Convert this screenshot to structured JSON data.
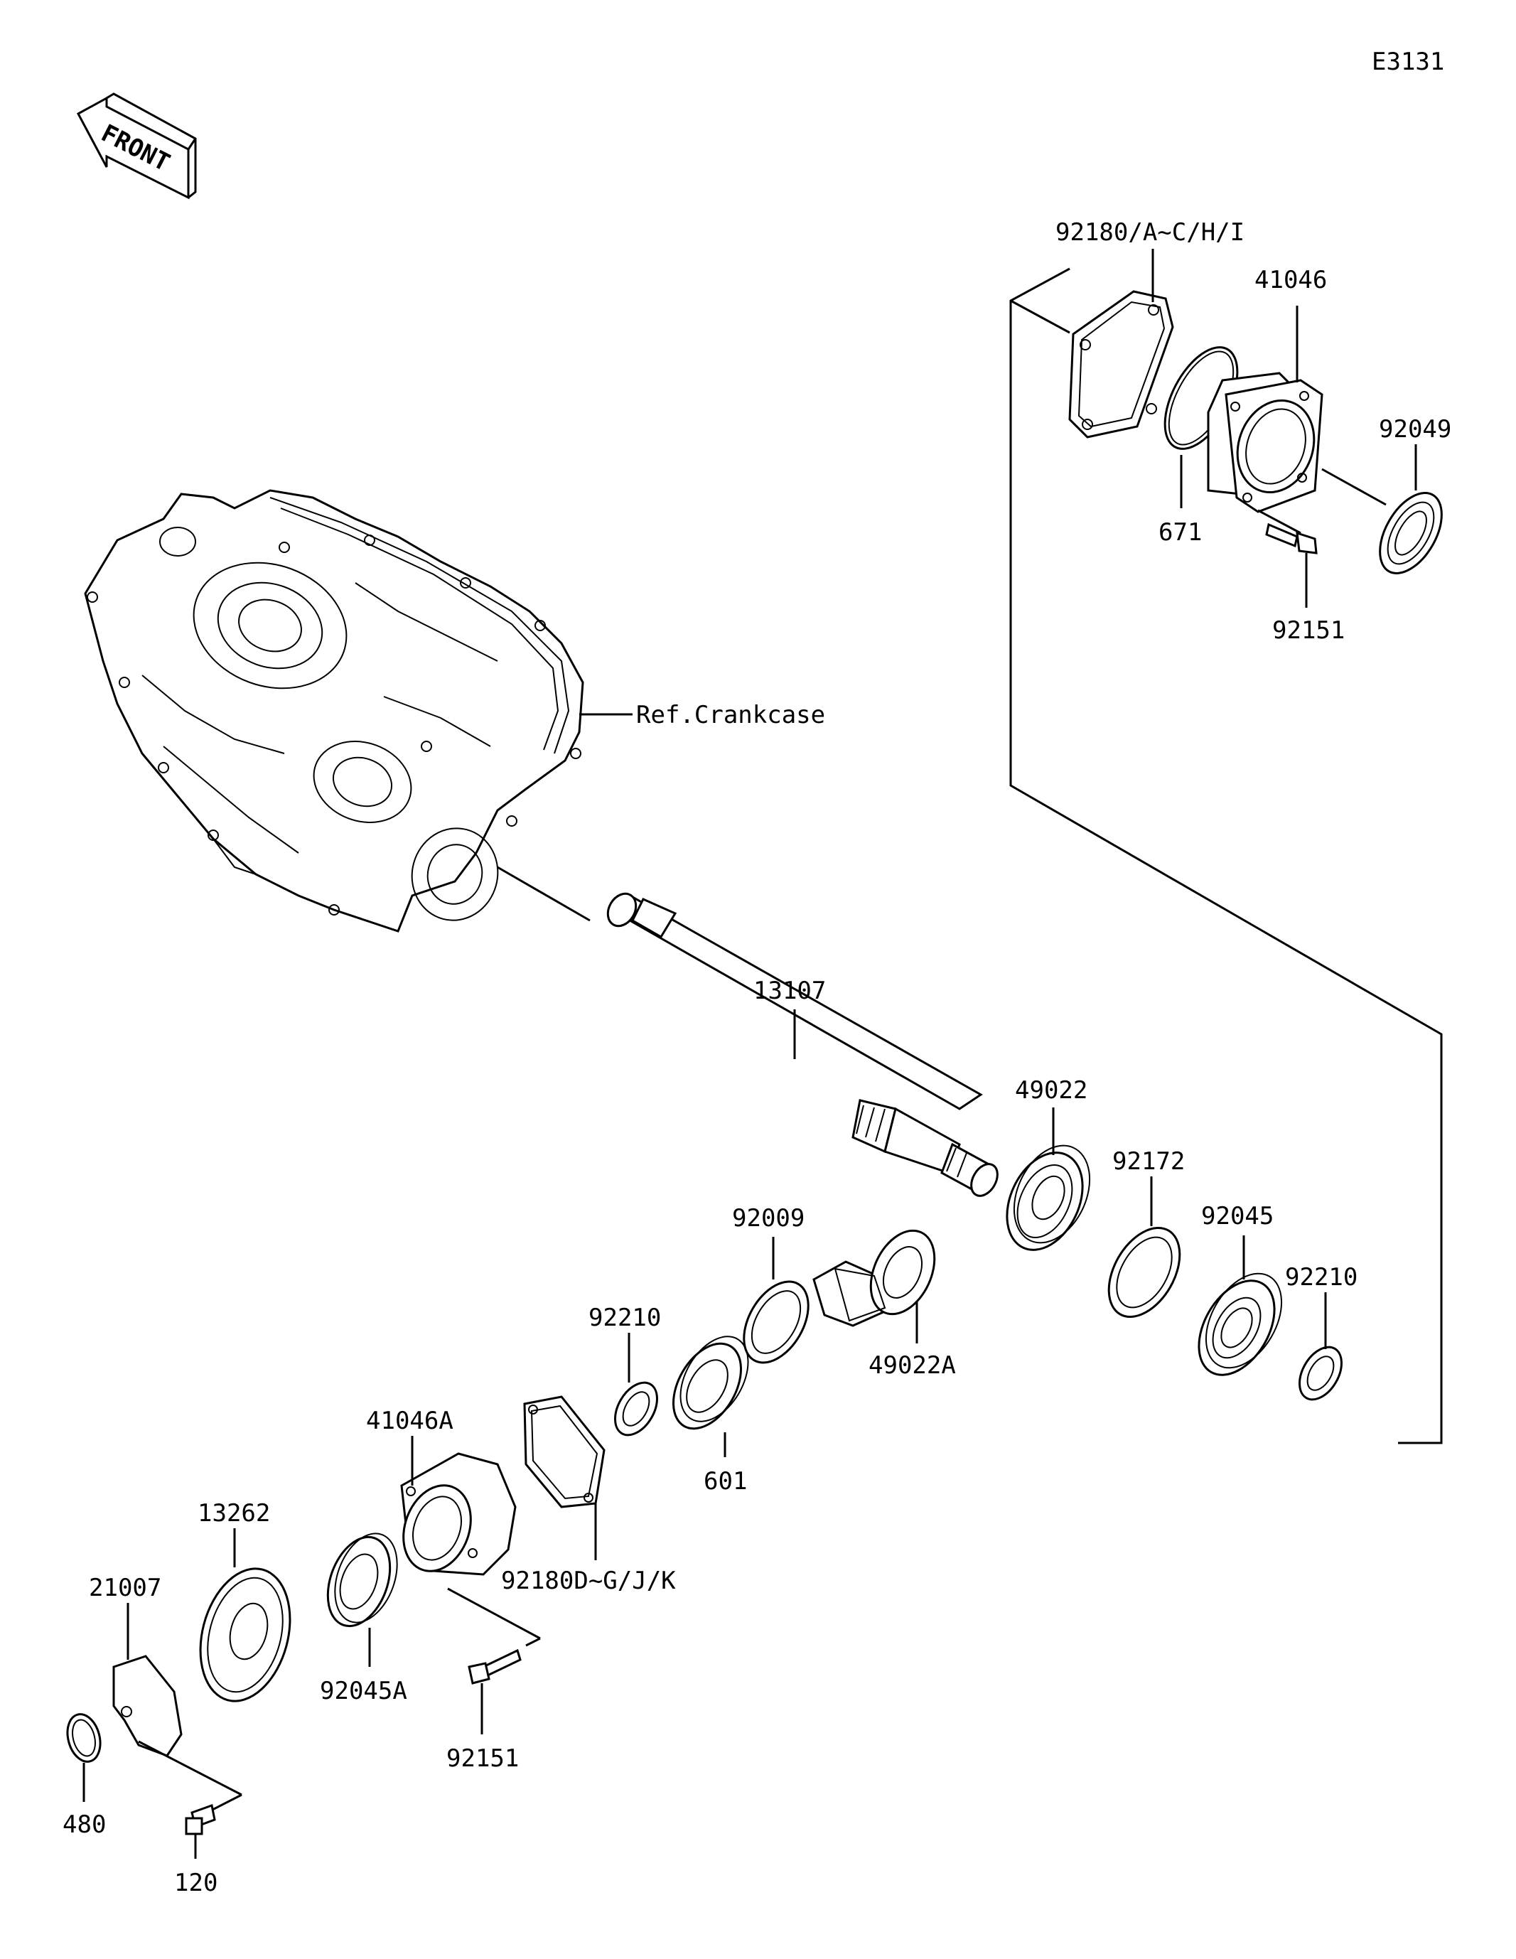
{
  "diagram_code": "E3131",
  "front_label": "FRONT",
  "crankcase_ref": "Ref.Crankcase",
  "parts": {
    "p92180_ac": "92180/A~C/H/I",
    "p41046": "41046",
    "p92049": "92049",
    "p671": "671",
    "p92151_top": "92151",
    "p13107": "13107",
    "p49022": "49022",
    "p92172": "92172",
    "p92045": "92045",
    "p92210_right": "92210",
    "p92009": "92009",
    "p49022a": "49022A",
    "p92210_left": "92210",
    "p601": "601",
    "p41046a": "41046A",
    "p92180_dg": "92180D~G/J/K",
    "p13262": "13262",
    "p21007": "21007",
    "p92045a": "92045A",
    "p92151_bottom": "92151",
    "p480": "480",
    "p120": "120"
  }
}
